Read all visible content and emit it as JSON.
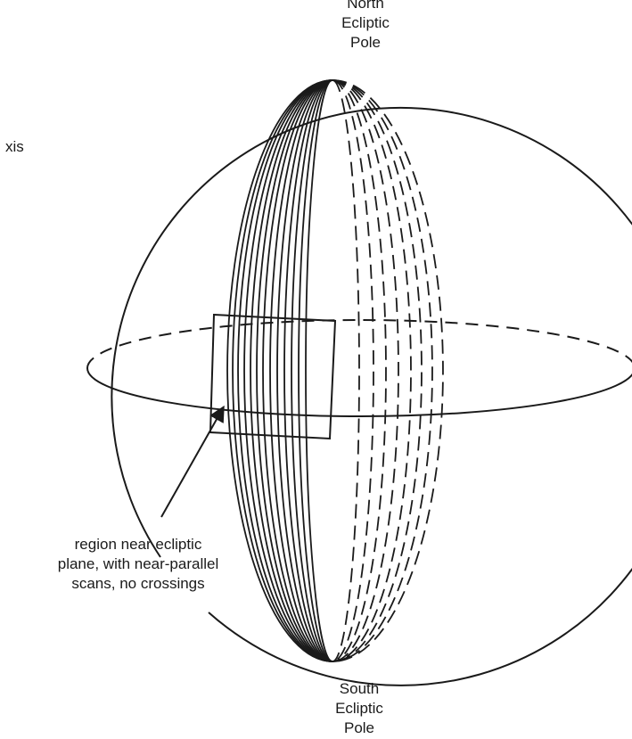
{
  "labels": {
    "north_pole": [
      "North",
      "Ecliptic",
      "Pole"
    ],
    "south_pole": [
      "South",
      "Ecliptic",
      "Pole"
    ],
    "axis_fragment": "xis",
    "callout": [
      "region near ecliptic",
      "plane, with near-parallel",
      "scans, no crossings"
    ]
  },
  "colors": {
    "ink": "#1a1a1a",
    "background": "#ffffff"
  }
}
